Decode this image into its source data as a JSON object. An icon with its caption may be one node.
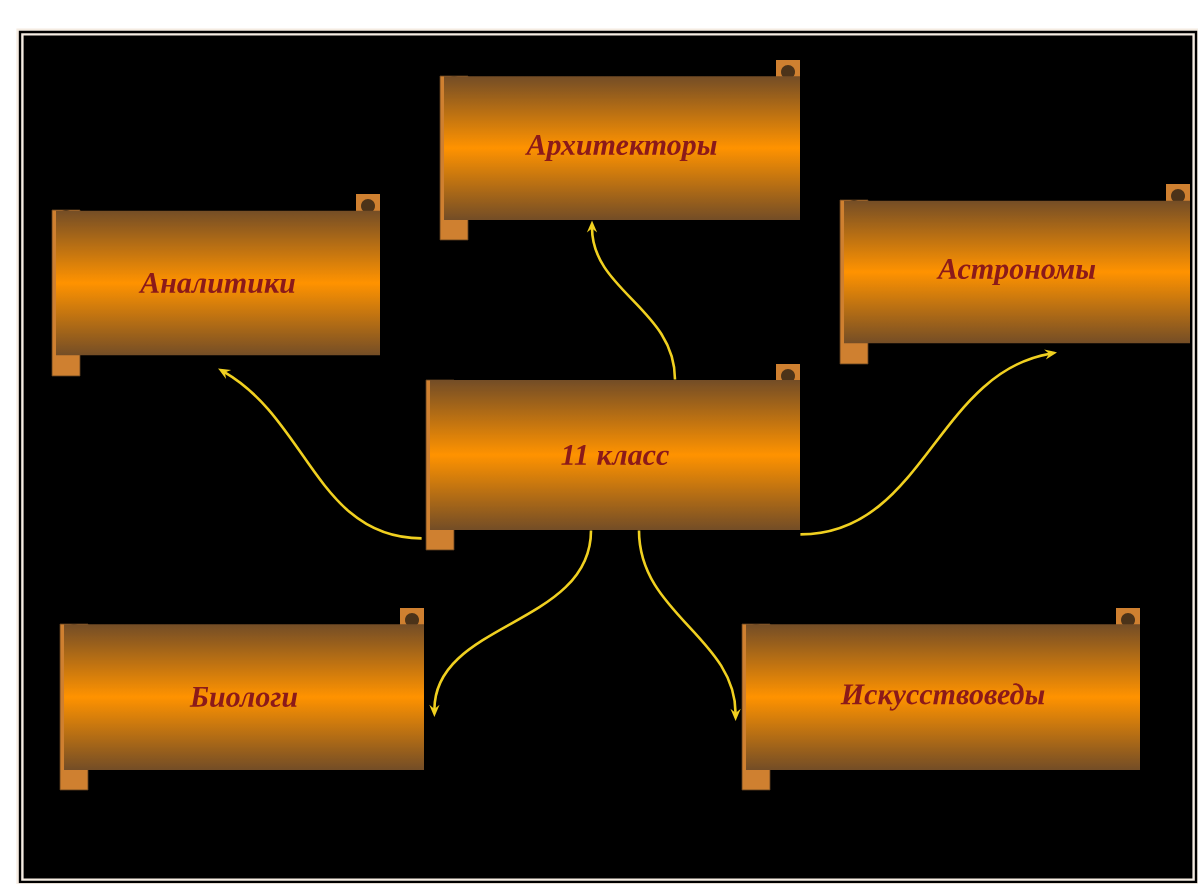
{
  "diagram": {
    "nodes": [
      {
        "text": [
          "11 класс"
        ]
      },
      {
        "text": [
          "Аналитики"
        ]
      },
      {
        "text": [
          "Архитекторы"
        ]
      },
      {
        "text": [
          "Астрономы"
        ]
      },
      {
        "text": [
          "Биологи"
        ]
      },
      {
        "text": [
          "Искусствоведы"
        ]
      }
    ],
    "edges": [
      {
        "from": 0,
        "to": 1,
        "arrow": "to"
      },
      {
        "from": 0,
        "to": 2,
        "arrow": "to"
      },
      {
        "from": 0,
        "to": 3,
        "arrow": "to"
      },
      {
        "from": 0,
        "to": 4,
        "arrow": "to"
      },
      {
        "from": 0,
        "to": 5,
        "arrow": "to"
      }
    ]
  }
}
